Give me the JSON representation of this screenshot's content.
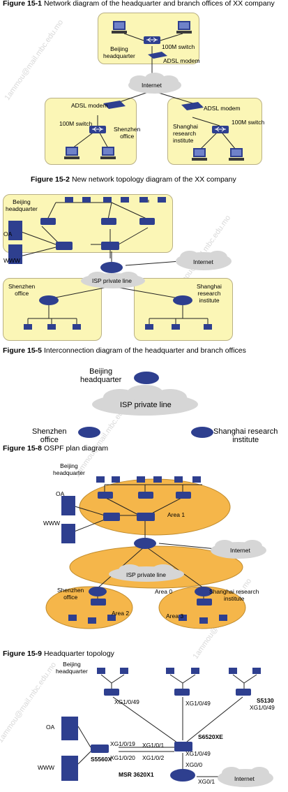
{
  "fig1": {
    "title_num": "Figure 15-1",
    "title_text": " Network diagram of the headquarter and branch offices of XX company",
    "beijing_hq": "Beijing\nheadquarter",
    "switch_100m": "100M switch",
    "adsl_modem": "ADSL modem",
    "internet": "Internet",
    "shenzhen_office": "Shenzhen\noffice",
    "shanghai_institute": "Shanghai\nresearch\ninstitute"
  },
  "fig2": {
    "title_num": "Figure 15-2",
    "title_text": " New network topology diagram of the XX company",
    "beijing_hq": "Beijing\nheadquarter",
    "oa": "OA",
    "www": "WWW",
    "internet": "Internet",
    "isp": "ISP private line",
    "shenzhen_office": "Shenzhen\noffice",
    "shanghai_institute": "Shanghai\nresearch\ninstitute"
  },
  "fig5": {
    "title_num": "Figure 15-5",
    "title_text": " Interconnection diagram of the headquarter and branch offices",
    "beijing_hq": "Beijing\nheadquarter",
    "isp": "ISP private line",
    "shenzhen_office": "Shenzhen\noffice",
    "shanghai_institute": "Shanghai research\ninstitute"
  },
  "fig8": {
    "title_num": "Figure 15-8",
    "title_text": " OSPF plan diagram",
    "beijing_hq": "Beijing\nheadquarter",
    "oa": "OA",
    "www": "WWW",
    "area1": "Area 1",
    "internet": "Internet",
    "isp": "ISP private line",
    "area0": "Area 0",
    "shenzhen_office": "Shenzhen\noffice",
    "shanghai_institute": "Shanghai research\ninstitute",
    "area2": "Area 2",
    "area3": "Area 3"
  },
  "fig9": {
    "title_num": "Figure 15-9",
    "title_text": " Headquarter topology",
    "beijing_hq": "Beijing\nheadquarter",
    "oa": "OA",
    "www": "WWW",
    "s5130": "S5130",
    "s6520xe": "S6520XE",
    "s5560x": "S5560X",
    "msr": "MSR 3620X1",
    "internet": "Internet",
    "p_xg1_0_49_a": "XG1/0/49",
    "p_xg1_0_49_b": "XG1/0/49",
    "p_xg1_0_49_c": "XG1/0/49",
    "p_xg1_0_49_d": "XG1/0/49",
    "p_xg1_0_19": "XG1/0/19",
    "p_xg1_0_20": "XG1/0/20",
    "p_xg1_0_1": "XG1/0/1",
    "p_xg1_0_2": "XG1/0/2",
    "p_xg0_0": "XG0/0",
    "p_xg0_1": "XG0/1"
  },
  "watermark": "1ammou@mail.mbc.edu.mo",
  "colors": {
    "panel": "#fbf6b6",
    "area": "#f5b64a",
    "cloud": "#d6d6d6",
    "device": "#2e3f8f"
  }
}
